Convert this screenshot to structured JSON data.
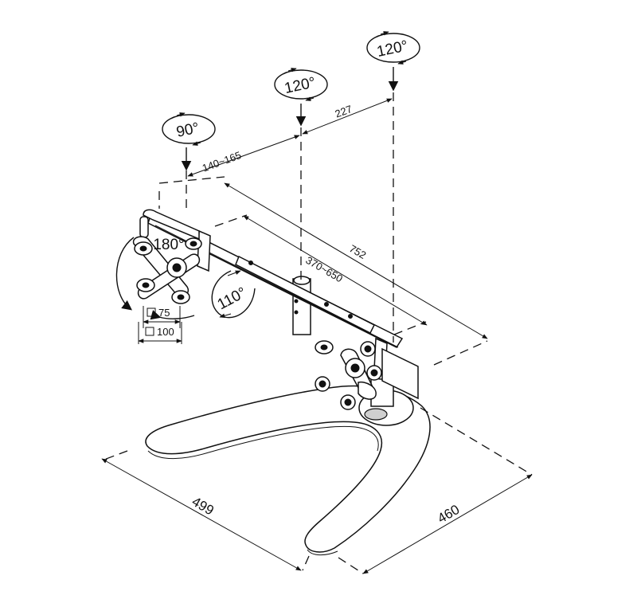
{
  "rotation_labels": {
    "left_head": "90°",
    "center_head": "120°",
    "right_head": "120°",
    "panel_rotation": "180°",
    "tilt": "110°"
  },
  "dimensions": {
    "head_offset_left": "140~165",
    "head_offset_right": "227",
    "arm_width_total": "752",
    "arm_width_adjustable": "370~650",
    "vesa_small": "75",
    "vesa_large": "100",
    "base_depth": "499",
    "base_width": "460"
  }
}
